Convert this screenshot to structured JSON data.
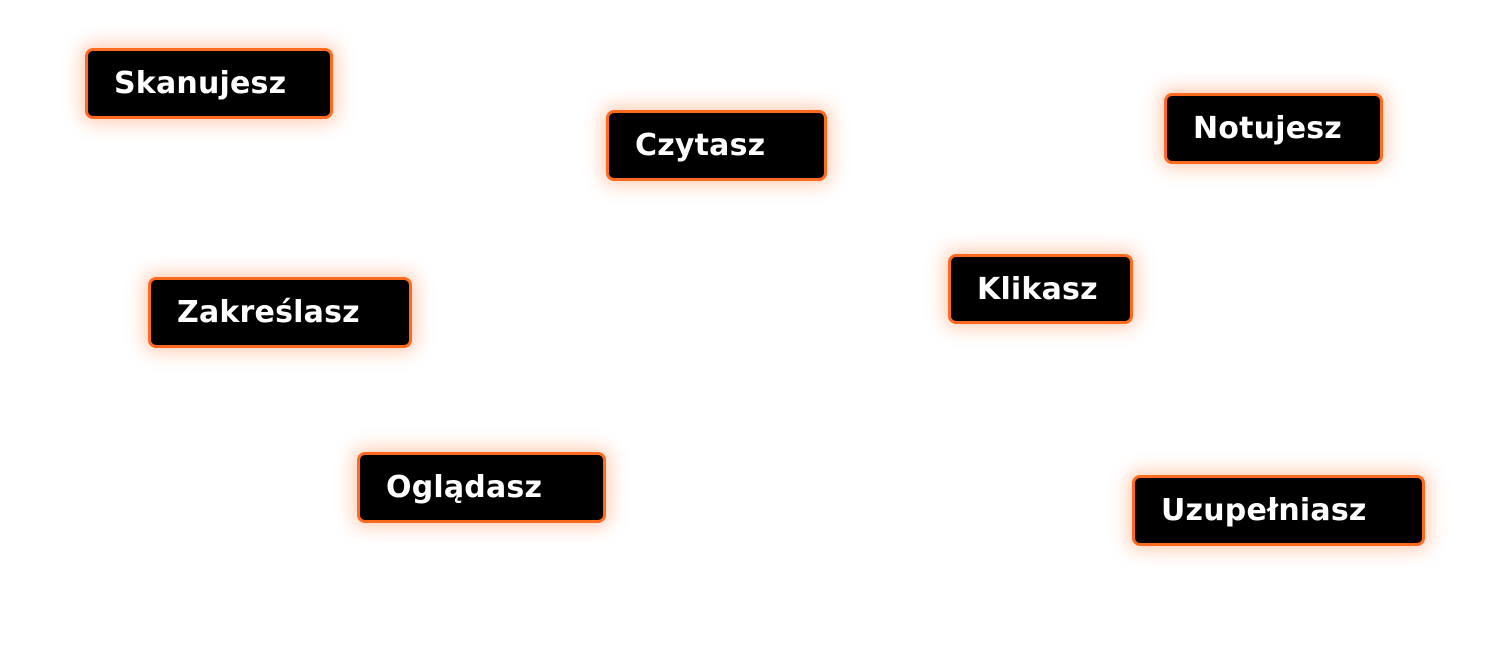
{
  "tags": [
    {
      "label": "Skanujesz"
    },
    {
      "label": "Czytasz"
    },
    {
      "label": "Notujesz"
    },
    {
      "label": "Zakreślasz"
    },
    {
      "label": "Klikasz"
    },
    {
      "label": "Oglądasz"
    },
    {
      "label": "Uzupełniasz"
    }
  ],
  "colors": {
    "border": "#ff6a1f",
    "fill": "#000000",
    "text": "#ffffff"
  }
}
